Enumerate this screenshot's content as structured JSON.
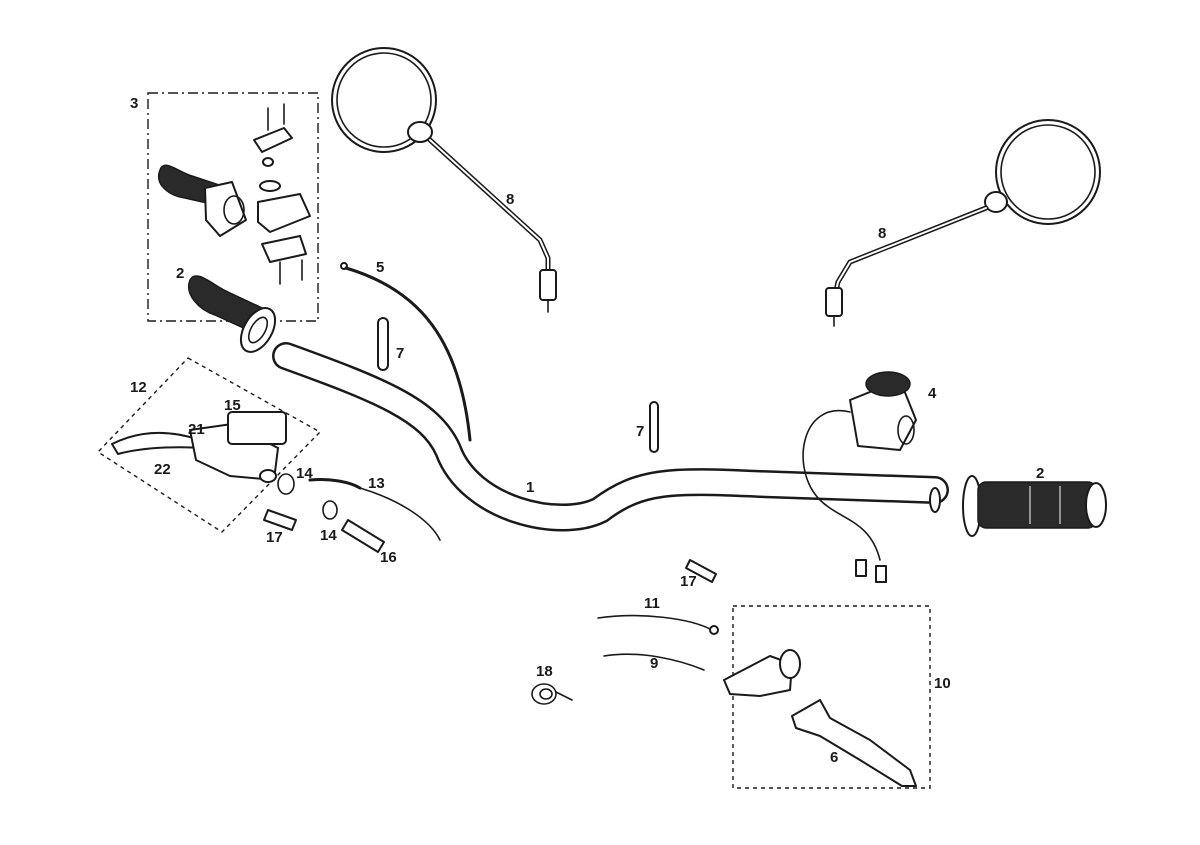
{
  "diagram": {
    "callouts": {
      "handlebar": "1",
      "grip_left": "2",
      "grip_right": "2",
      "throttle_assembly": "3",
      "switch_right": "4",
      "cable_5": "5",
      "clip_left": "7",
      "clip_right": "7",
      "mirror_left": "8",
      "mirror_right": "8",
      "lever_6": "6",
      "cable_9": "9",
      "clutch_assembly": "10",
      "cable_11": "11",
      "brake_assembly": "12",
      "hose_13": "13",
      "washer_upper": "14",
      "washer_lower": "14",
      "reservoir_cap": "15",
      "banjo_bolt": "16",
      "bleeder_left": "17",
      "bleeder_right": "17",
      "spring": "18",
      "master_body": "21",
      "brake_lever": "22"
    },
    "colors": {
      "ink": "#1a1a1a",
      "paper": "#ffffff"
    }
  }
}
